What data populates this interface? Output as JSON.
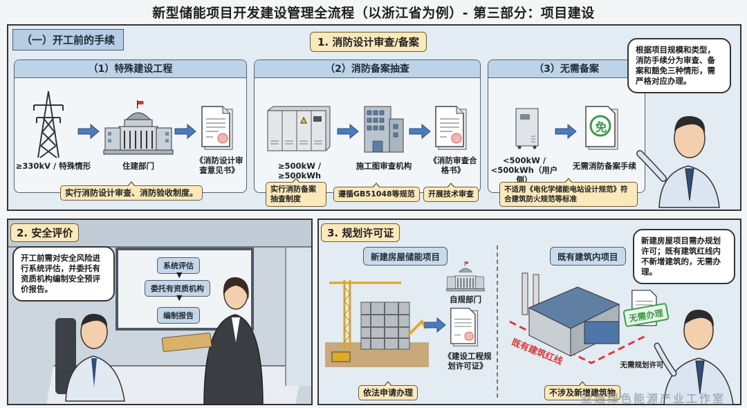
{
  "title": "新型储能项目开发建设管理全流程（以浙江省为例）- 第三部分：项目建设",
  "section1": {
    "tag": "（一）开工前的手续",
    "heading": "1. 消防设计审查/备案",
    "speech": "根据项目规模和类型，消防手续分为审查、备案和豁免三种情形，需严格对应办理。",
    "cards": [
      {
        "title": "（1）特殊建设工程",
        "items": [
          "≥330kV / 特殊情形",
          "住建部门",
          "《消防设计审查意见书》"
        ],
        "notes": [
          "实行消防设计审查、消防验收制度。"
        ]
      },
      {
        "title": "（2）消防备案抽查",
        "items": [
          "≥500kW / ≥500kWh",
          "施工图审查机构",
          "《消防审查合格书》"
        ],
        "notes": [
          "实行消防备案抽查制度",
          "遵循GB51048等规范",
          "开展技术审查"
        ]
      },
      {
        "title": "（3）无需备案",
        "items": [
          "<500kW / <500kWh（用户侧）",
          "无需消防备案手续"
        ],
        "stamp": "免",
        "notes": [
          "不适用《电化学储能电站设计规范》符合建筑防火规范等标准"
        ]
      }
    ]
  },
  "section2": {
    "heading": "2. 安全评价",
    "speech": "开工前需对安全风险进行系统评估，并委托有资质机构编制安全预评价报告。",
    "flow": [
      "系统评估",
      "委托有资质机构",
      "编制报告"
    ]
  },
  "section3": {
    "heading": "3. 规划许可证",
    "left": {
      "tag": "新建房屋储能项目",
      "dept": "自规部门",
      "doc": "《建设工程规划许可证》",
      "note": "依法申请办理"
    },
    "right": {
      "tag": "既有建筑内项目",
      "redline": "既有建筑红线",
      "stamp": "无需办理",
      "result": "无需规划许可",
      "note": "不涉及新增建筑物"
    },
    "speech": "新建房屋项目需办规划许可；既有建筑红线内不新增建筑的，无需办理。"
  },
  "watermark": "亚通绿色能源产业工作室",
  "colors": {
    "panel_bg": "#e3ebf3",
    "card_head": "#bcd3e8",
    "note_bg": "#fbe9bb",
    "arrow": "#4a7bbd",
    "redline": "#d83a3a",
    "stamp_green": "#3a9a4a"
  }
}
